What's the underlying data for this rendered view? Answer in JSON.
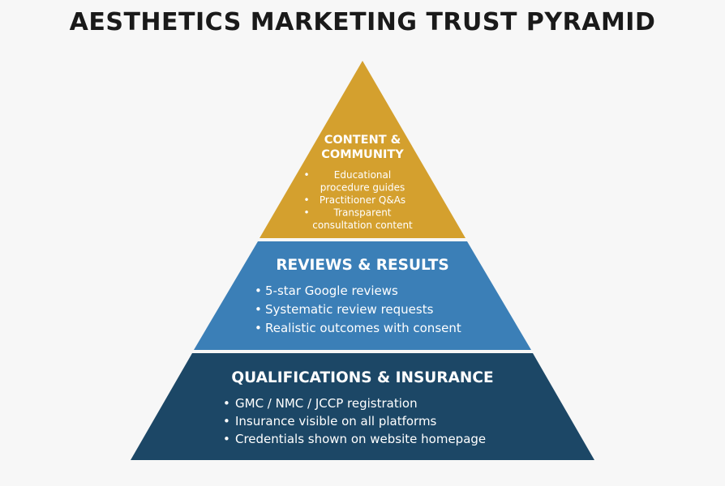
{
  "title": "AESTHETICS MARKETING TRUST PYRAMID",
  "colors": {
    "background": "#f7f7f7",
    "top_tier": "#d4a02e",
    "middle_tier": "#3b7fb7",
    "bottom_tier": "#1c4766",
    "text_on_tier": "#ffffff",
    "separator": "#ffffff"
  },
  "pyramid": {
    "top": {
      "title_lines": [
        "CONTENT &",
        "COMMUNITY"
      ],
      "bullets": [
        [
          "Educational",
          "procedure guides"
        ],
        [
          "Practitioner Q&As"
        ],
        [
          "Transparent",
          "consultation content"
        ]
      ]
    },
    "middle": {
      "title_lines": [
        "REVIEWS & RESULTS"
      ],
      "bullets": [
        [
          "5-star Google reviews"
        ],
        [
          "Systematic review requests"
        ],
        [
          "Realistic outcomes with consent"
        ]
      ]
    },
    "bottom": {
      "title_lines": [
        "QUALIFICATIONS & INSURANCE"
      ],
      "bullets": [
        [
          "GMC / NMC / JCCP registration"
        ],
        [
          "Insurance visible on all platforms"
        ],
        [
          "Credentials shown on website homepage"
        ]
      ]
    }
  }
}
